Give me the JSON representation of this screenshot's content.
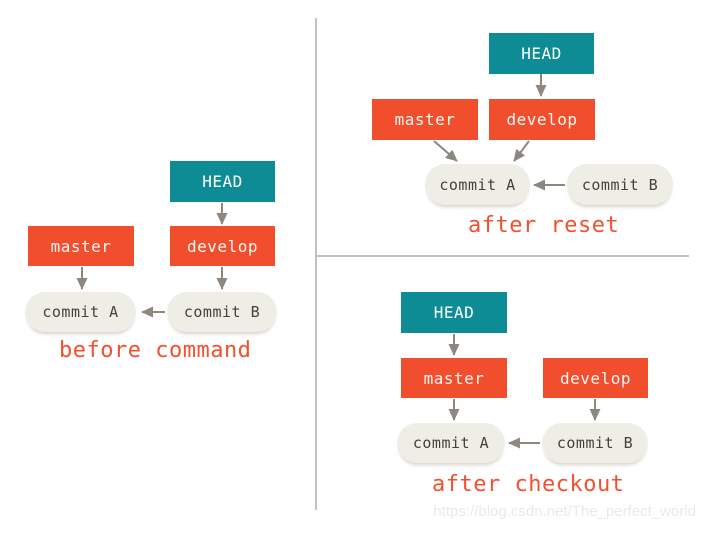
{
  "diagram": {
    "title_semantics": "git reset vs checkout branch diagram",
    "panels": [
      {
        "id": "before",
        "caption": "before command",
        "nodes": {
          "head": "HEAD",
          "master": "master",
          "develop": "develop",
          "commit_a": "commit A",
          "commit_b": "commit B"
        },
        "edges": [
          "HEAD -> develop",
          "master -> commit A",
          "develop -> commit B",
          "commit B -> commit A"
        ]
      },
      {
        "id": "after-reset",
        "caption": "after reset",
        "nodes": {
          "head": "HEAD",
          "master": "master",
          "develop": "develop",
          "commit_a": "commit A",
          "commit_b": "commit B"
        },
        "edges": [
          "HEAD -> develop",
          "master -> commit A",
          "develop -> commit A",
          "commit B -> commit A"
        ]
      },
      {
        "id": "after-checkout",
        "caption": "after checkout",
        "nodes": {
          "head": "HEAD",
          "master": "master",
          "develop": "develop",
          "commit_a": "commit A",
          "commit_b": "commit B"
        },
        "edges": [
          "HEAD -> master",
          "master -> commit A",
          "develop -> commit B",
          "commit B -> commit A"
        ]
      }
    ]
  },
  "watermark": "https://blog.csdn.net/The_perfect_world",
  "colors": {
    "head_bg": "#0e8c95",
    "branch_bg": "#f14e2e",
    "commit_bg": "#efeee6",
    "commit_text": "#45413c",
    "caption": "#f4502f",
    "arrow": "#8c8880",
    "divider": "#c4c0ba",
    "watermark": "#eaeaea"
  }
}
